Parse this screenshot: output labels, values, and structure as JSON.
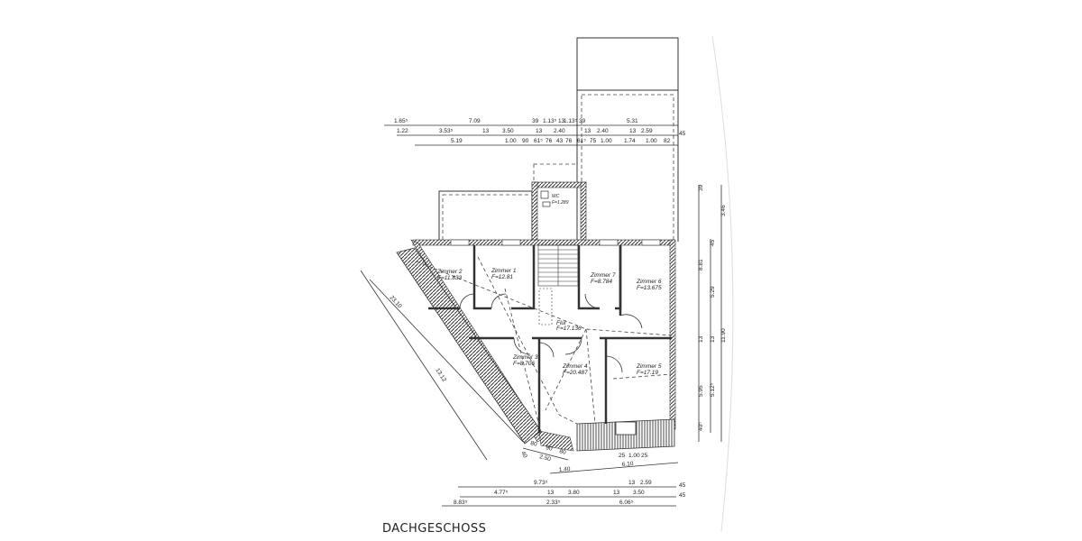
{
  "title": "DACHGESCHOSS",
  "rooms": [
    {
      "name": "Zimmer 2",
      "area": "F=11.833"
    },
    {
      "name": "Zimmer 1",
      "area": "F=12.81"
    },
    {
      "name": "Zimmer 7",
      "area": "F=8.784"
    },
    {
      "name": "Zimmer 6",
      "area": "F=13.675"
    },
    {
      "name": "Flur",
      "area": "F=17.136"
    },
    {
      "name": "Zimmer 3",
      "area": "F=8.706"
    },
    {
      "name": "Zimmer 4",
      "area": "F=20.487"
    },
    {
      "name": "Zimmer 5",
      "area": "F=17.19"
    },
    {
      "name": "WC",
      "area": "F=1.289"
    }
  ],
  "dims_top": {
    "row1": [
      "1.65⁵",
      "7.09",
      "39",
      "1.13⁵",
      "13",
      "1.13⁵",
      "39",
      "5.31"
    ],
    "row2": [
      "1.22",
      "3.53⁵",
      "13",
      "3.50",
      "13",
      "2.40",
      "13",
      "2.40",
      "13",
      "2.59",
      "45"
    ],
    "row3": [
      "5.19",
      "1.00",
      "90",
      "61⁵",
      "76",
      "43",
      "76",
      "61⁵",
      "75",
      "1.00",
      "1.74",
      "1.00",
      "82"
    ]
  },
  "dims_right": {
    "col1": [
      "39",
      "8.81",
      "13",
      "5.95",
      "40⁵"
    ],
    "col2": [
      "45",
      "5.29",
      "13",
      "5.12⁵"
    ],
    "col3": [
      "3.46",
      "11.90"
    ]
  },
  "dims_bottom": {
    "row1": [
      "9.73⁵",
      "13",
      "2.59",
      "45"
    ],
    "row2": [
      "4.77⁵",
      "13",
      "3.80",
      "13",
      "3.50",
      "45"
    ],
    "row3": [
      "8.83⁵",
      "2.33⁵",
      "6.06⁵"
    ]
  },
  "dims_slanted": [
    "23.10",
    "13.12",
    "80",
    "90",
    "80",
    "2.50",
    "40",
    "1.40",
    "6.10",
    "25",
    "1.00",
    "25"
  ]
}
